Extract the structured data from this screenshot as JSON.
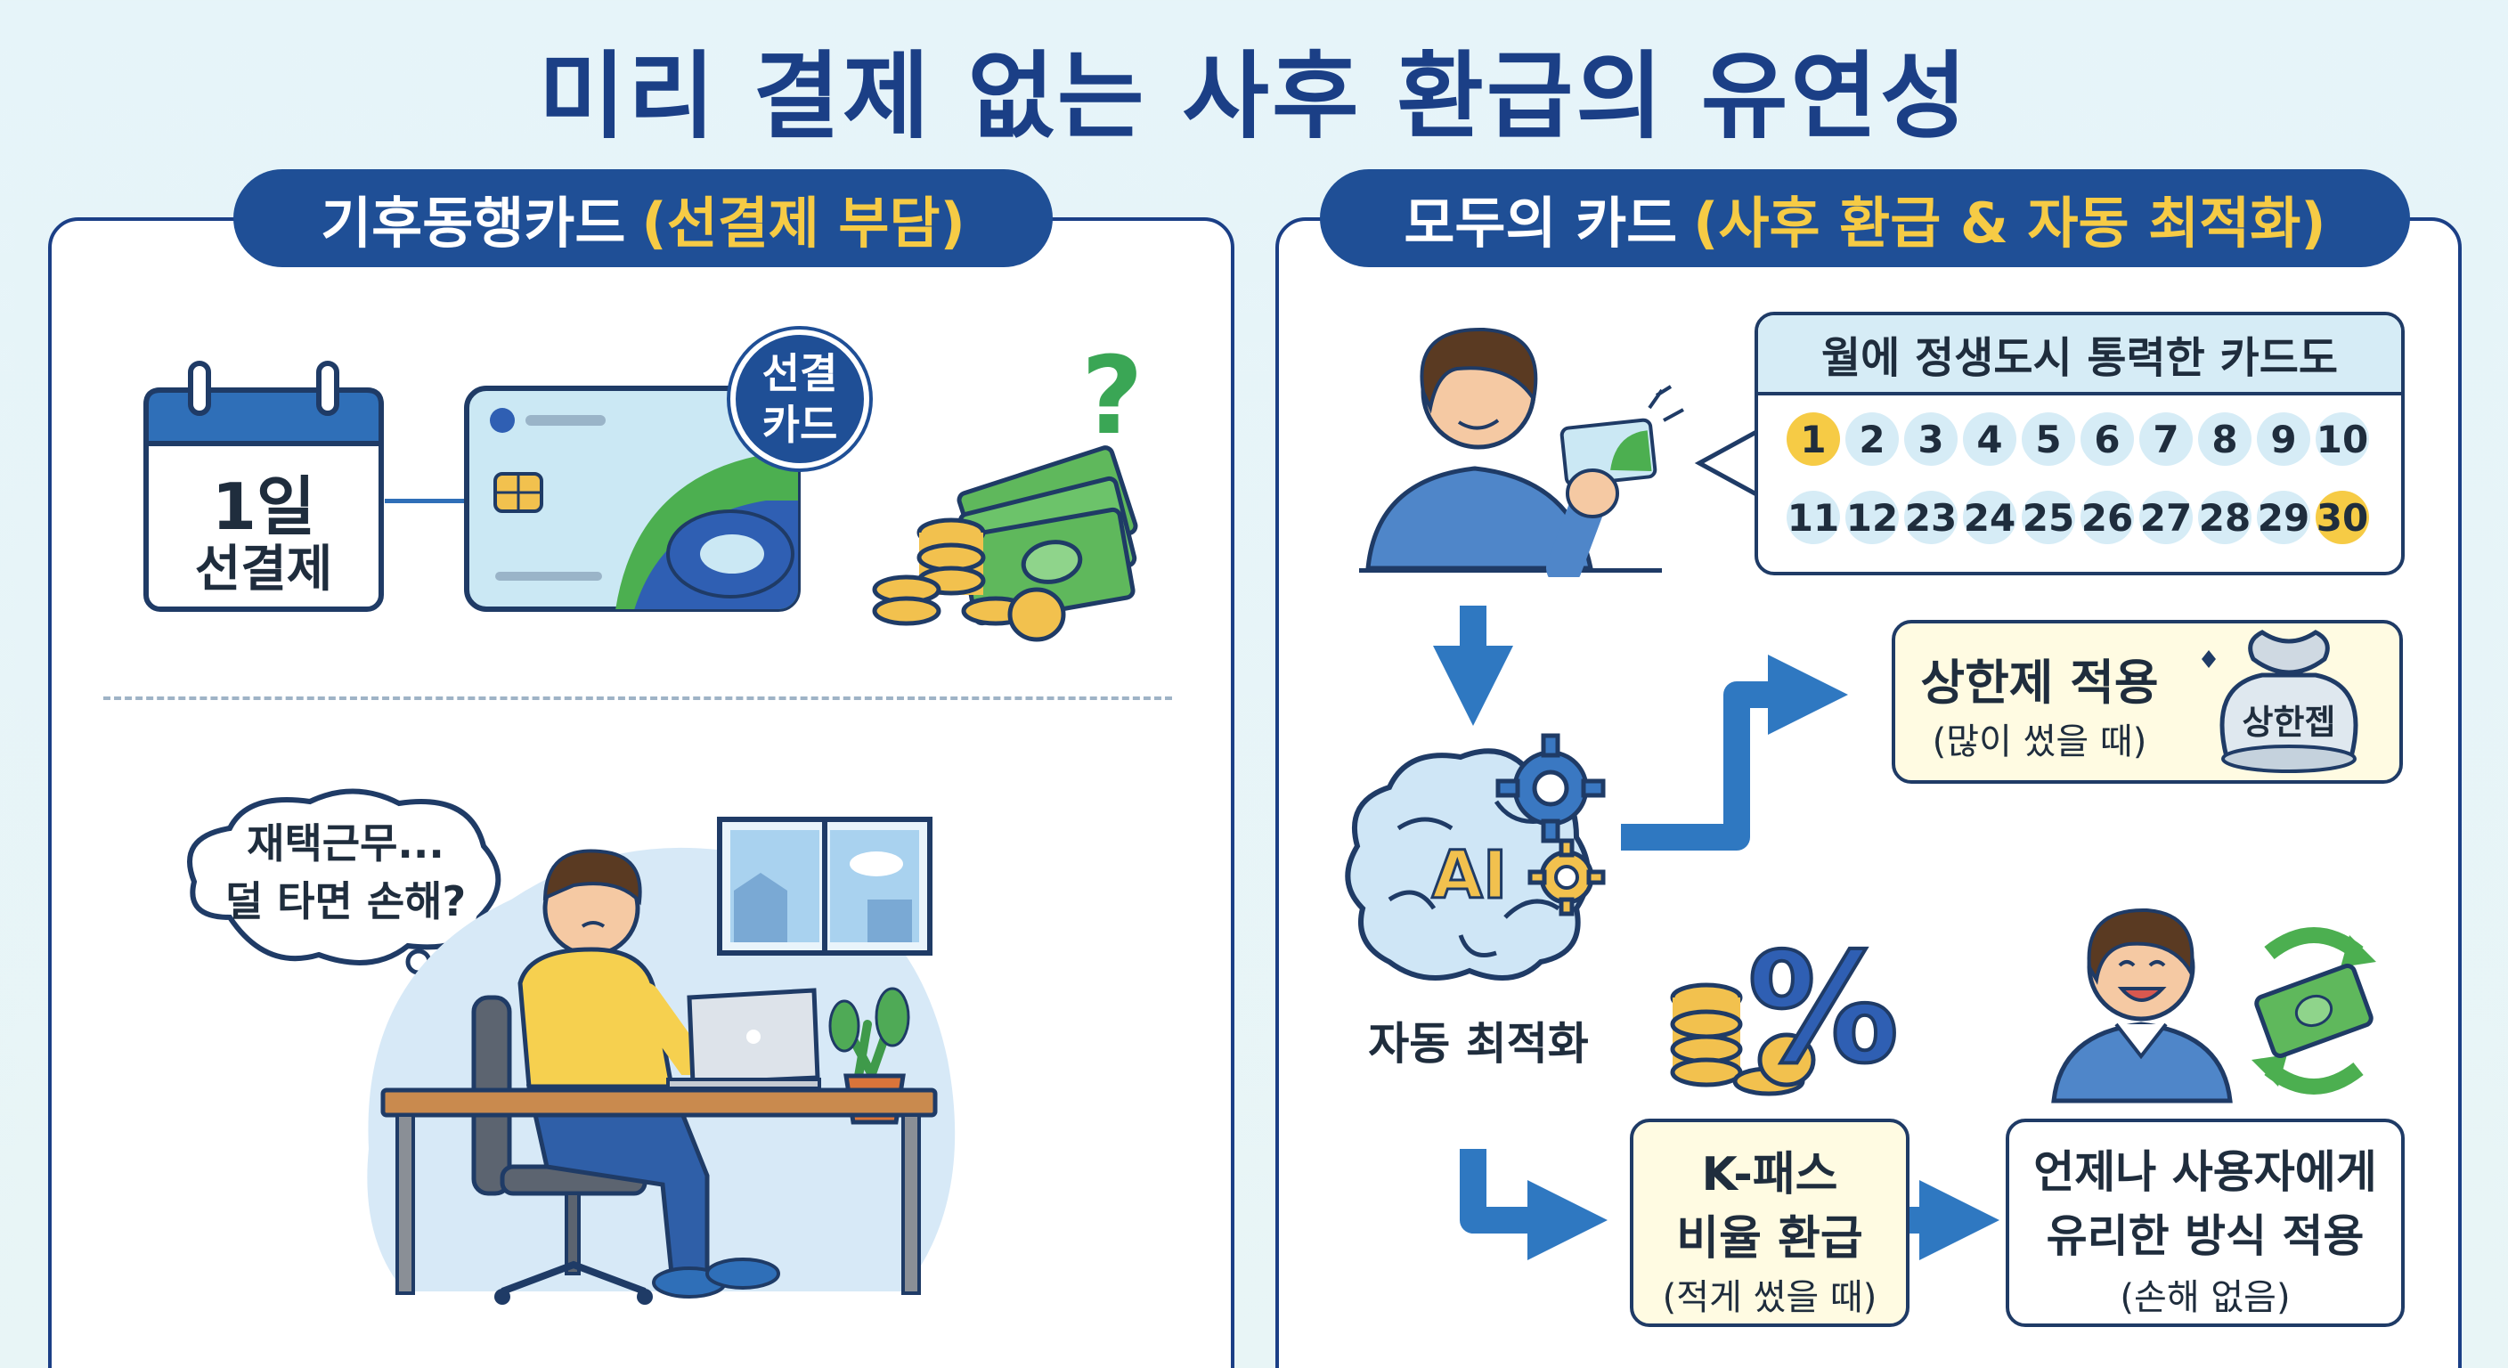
{
  "title": "미리 결제 없는 사후 환급의 유연성",
  "left": {
    "pill_main": "기후동행카드",
    "pill_accent": "(선결제 부담)",
    "calendar": {
      "line1": "1일",
      "line2": "선결제"
    },
    "card_badge": {
      "line1": "선결",
      "line2": "카드"
    },
    "question_mark": "?",
    "thought": {
      "line1": "재택근무...",
      "line2": "덜 타면 손해?"
    }
  },
  "right": {
    "pill_main": "모두의 카드",
    "pill_accent": "(사후 환급 & 자동 최적화)",
    "calendar_title": "월에 정생도시 통력한 카드도",
    "days_row1": [
      "1",
      "2",
      "3",
      "4",
      "5",
      "6",
      "7",
      "8",
      "9",
      "10"
    ],
    "days_row2": [
      "11",
      "12",
      "23",
      "24",
      "25",
      "26",
      "27",
      "28",
      "29",
      "30"
    ],
    "cap": {
      "title": "상한제 적용",
      "sub": "(많이 썼을 때)",
      "bag_label": "상한젭"
    },
    "ai": {
      "chip": "AI",
      "label": "자동 최적화"
    },
    "percent": "%",
    "kpass": {
      "line1": "K-패스",
      "line2": "비율 환급",
      "line3": "(적게 썼을 때)"
    },
    "result": {
      "line1": "언제나 사용자에게",
      "line2": "유리한 방식 적용",
      "line3": "(손해 없음)"
    }
  },
  "colors": {
    "navy": "#1b3f86",
    "pill": "#1f4f96",
    "accent": "#f6cb45",
    "arrow": "#2f78c1"
  }
}
